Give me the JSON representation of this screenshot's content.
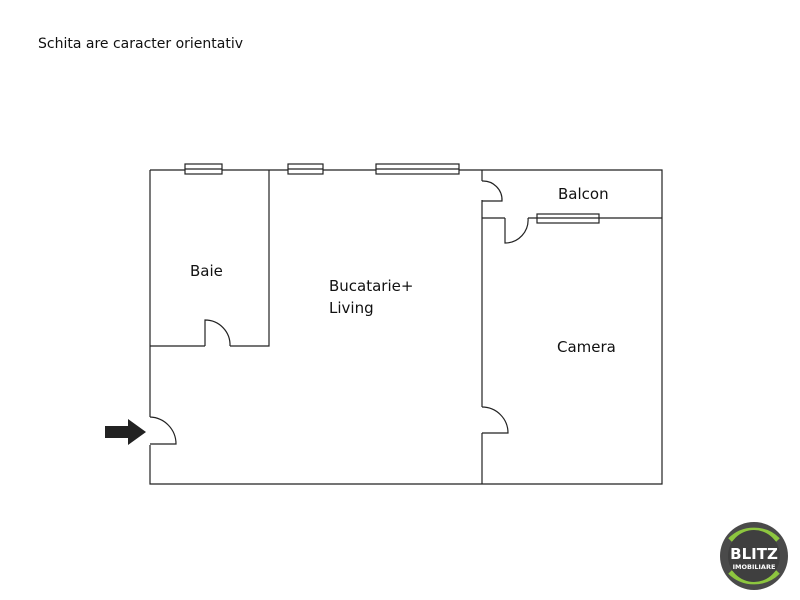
{
  "note": "Schita are caracter orientativ",
  "rooms": {
    "baie": "Baie",
    "bucatarie_line1": "Bucatarie+",
    "bucatarie_line2": "Living",
    "balcon": "Balcon",
    "camera": "Camera"
  },
  "logo": {
    "line1": "BLITZ",
    "line2": "IMOBILIARE",
    "ring_color": "#8dc63f",
    "inner_color": "#4a4a4a"
  },
  "colors": {
    "wall": "#222222",
    "arrow": "#222222"
  }
}
